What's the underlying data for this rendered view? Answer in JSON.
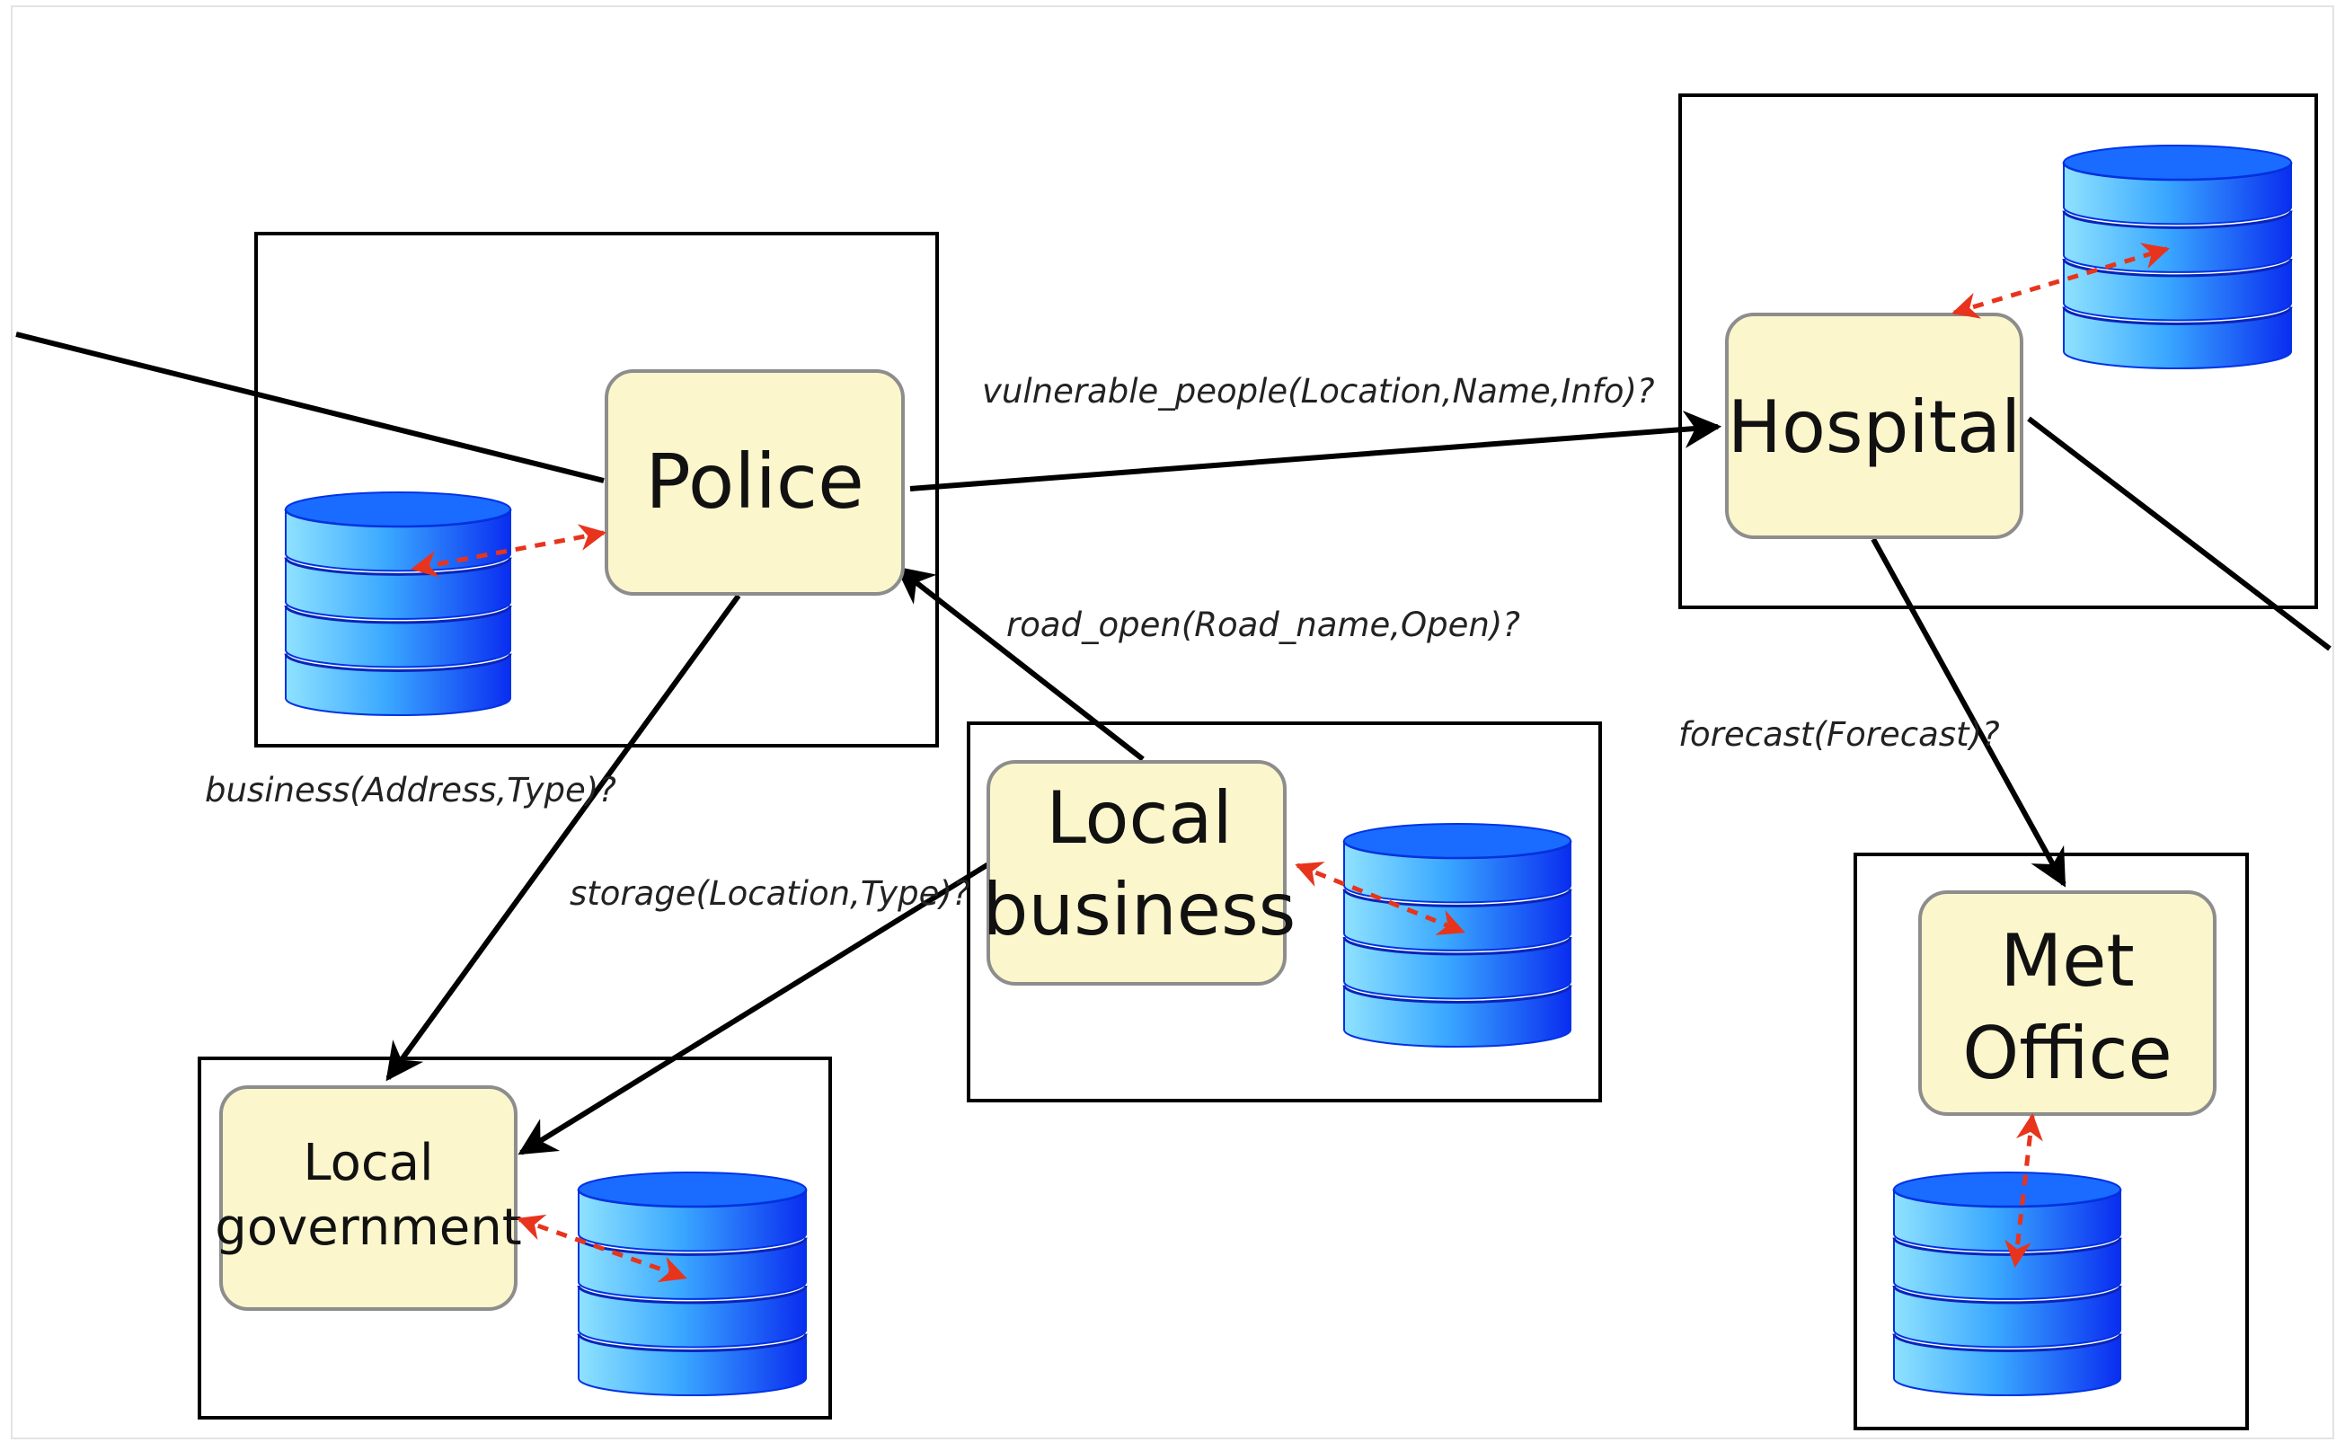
{
  "nodes": {
    "police": {
      "label": "Police"
    },
    "hospital": {
      "label": "Hospital"
    },
    "local_business": {
      "line1": "Local",
      "line2": "business"
    },
    "local_government": {
      "line1": "Local",
      "line2": "government"
    },
    "met_office": {
      "line1": "Met",
      "line2": "Office"
    }
  },
  "edges": {
    "police_hospital": "vulnerable_people(Location,Name,Info)?",
    "business_police": "road_open(Road_name,Open)?",
    "police_government": "business(Address,Type)?",
    "business_government": "storage(Location,Type)?",
    "hospital_met": "forecast(Forecast)?"
  },
  "colors": {
    "agent_fill": "#fbf6cc",
    "agent_stroke": "#8d8d8d",
    "db_top": "#1a6bff",
    "db_light": "#7fd8ff",
    "db_dark": "#0033e6",
    "link_dashed": "#e8341c",
    "edge": "#000000"
  }
}
